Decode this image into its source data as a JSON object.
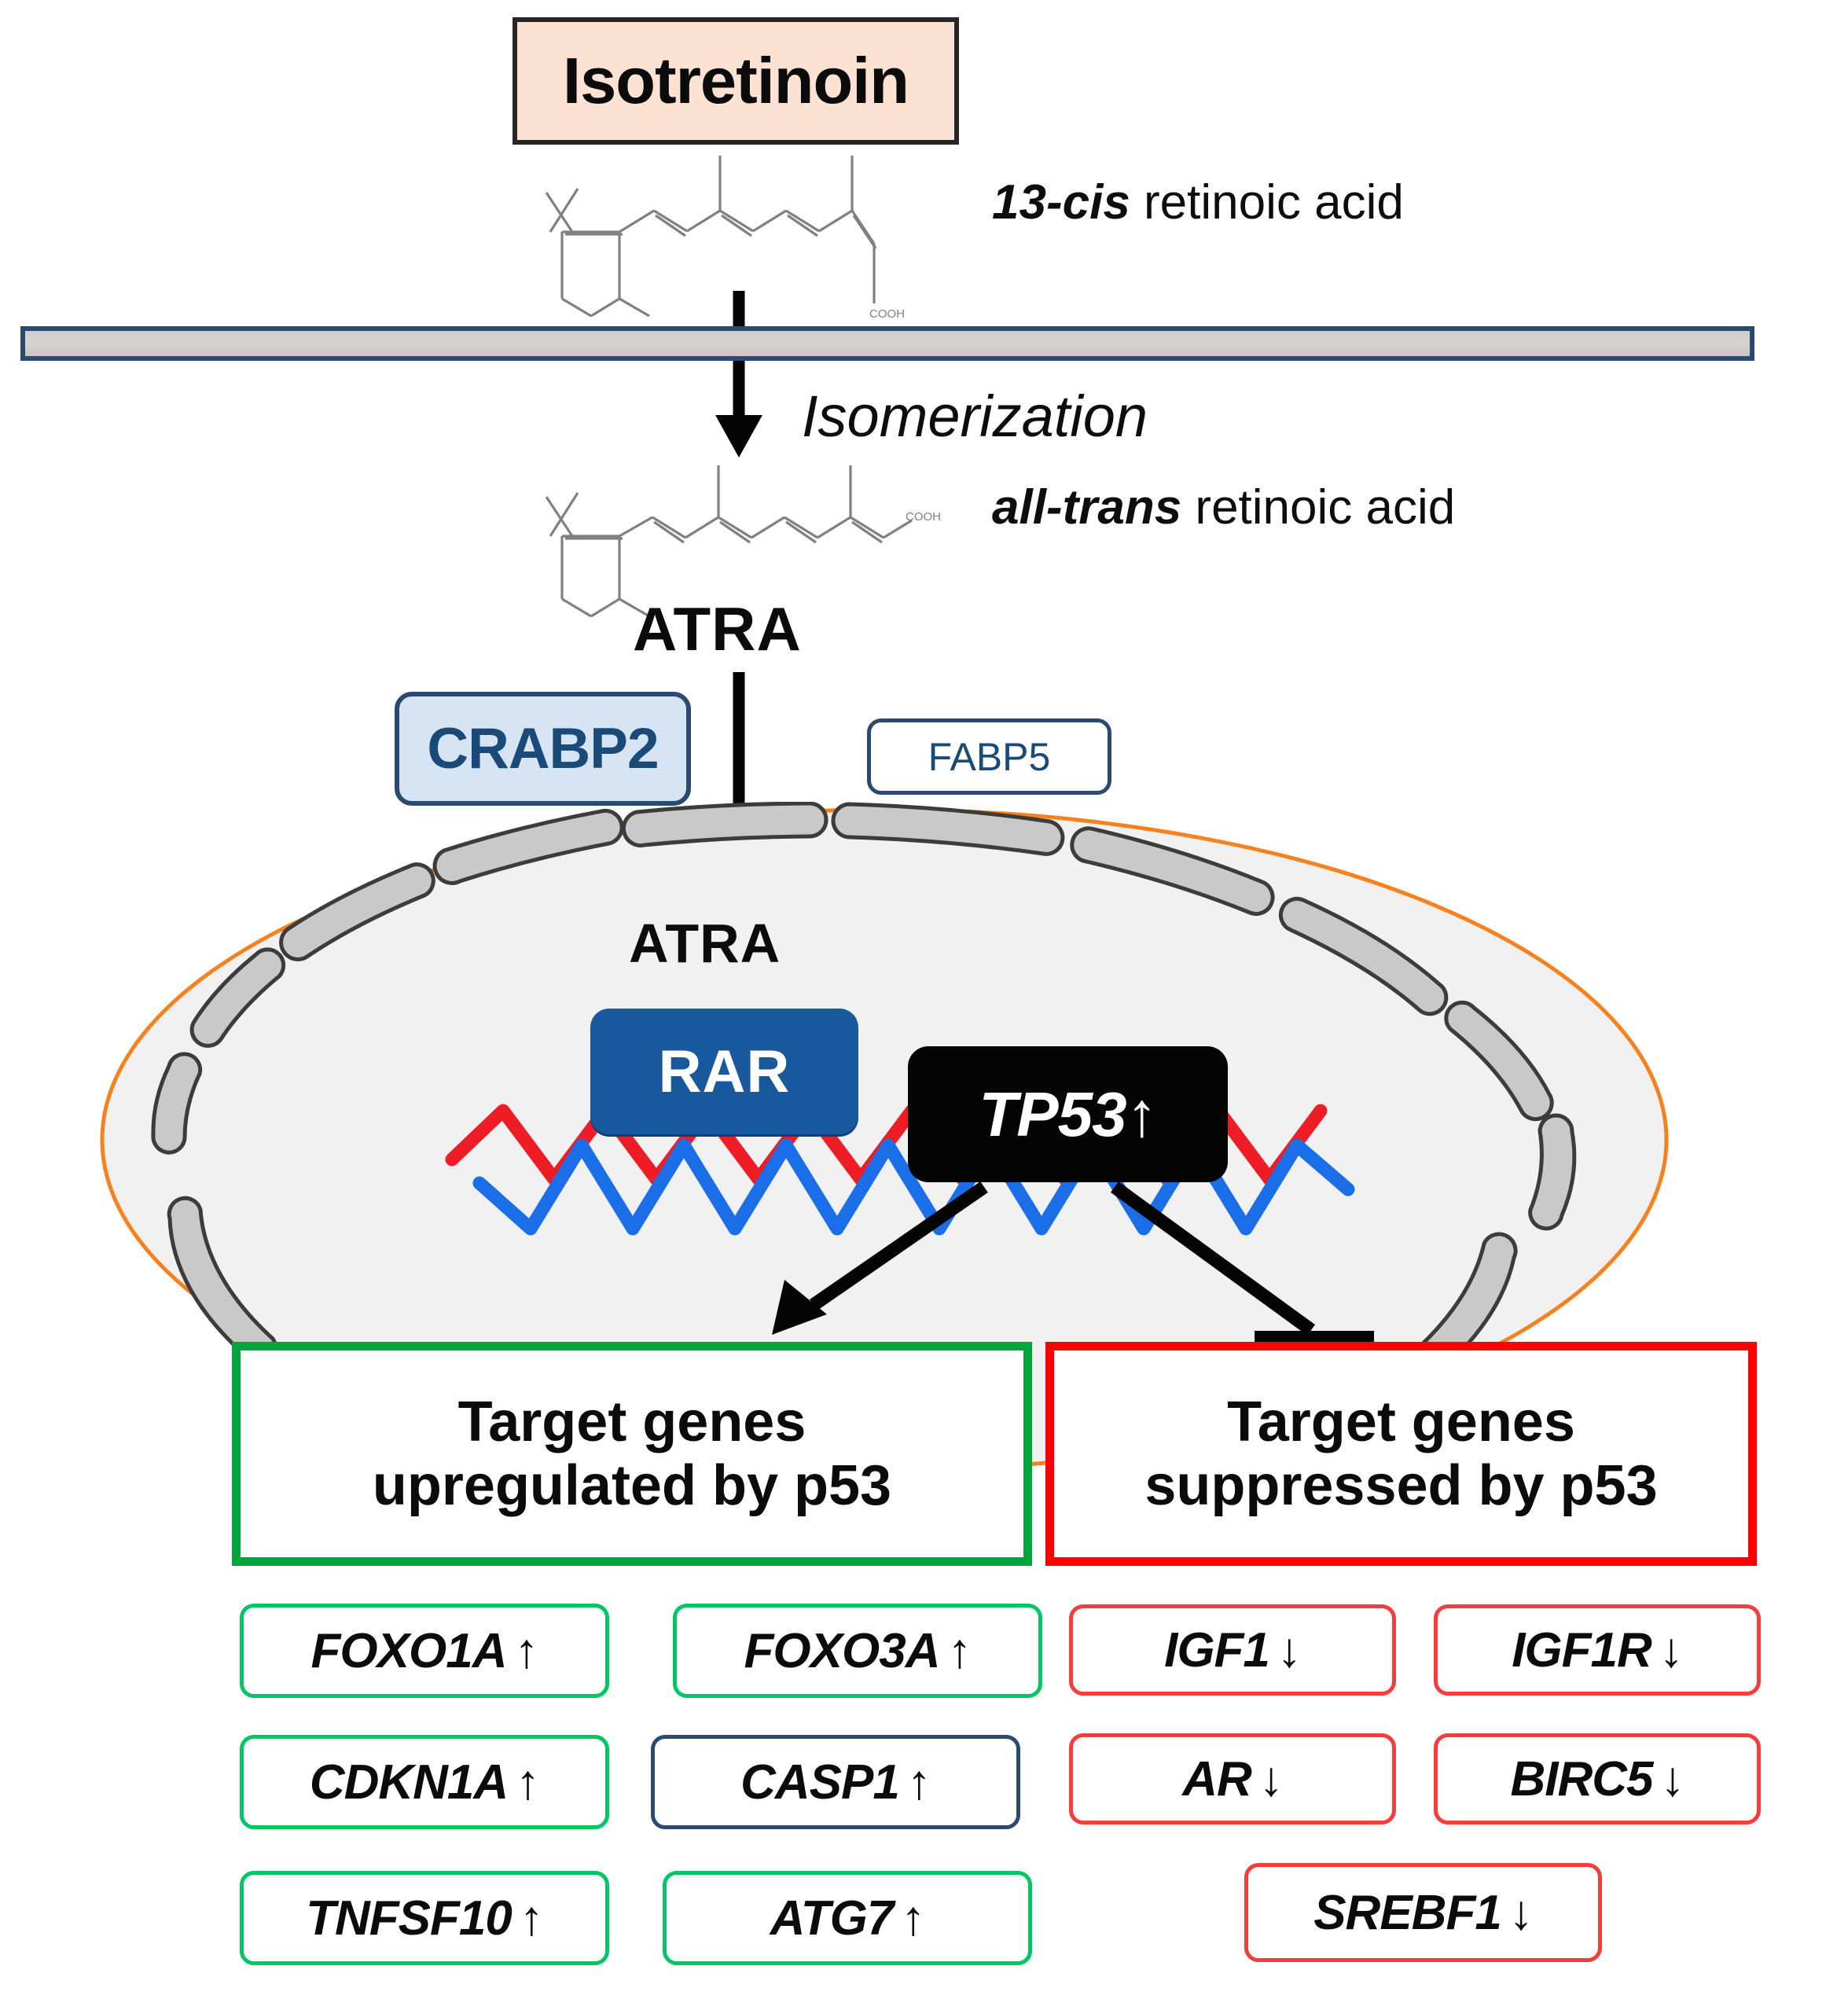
{
  "title_box": {
    "label": "Isotretinoin"
  },
  "molecules": {
    "cis": {
      "italic": "13-cis",
      "rest": " retinoic acid"
    },
    "trans": {
      "italic": "all-trans",
      "rest": " retinoic acid"
    }
  },
  "process": {
    "isomerization": "Isomerization"
  },
  "ligand": {
    "outer": "ATRA",
    "inner": "ATRA"
  },
  "carriers": [
    {
      "label": "CRABP2",
      "fill": "#d6e4f4",
      "border": "#2b4a72"
    },
    {
      "label": "FABP5",
      "fill": "#ffffff",
      "border": "#2b4a72"
    }
  ],
  "receptor": {
    "label": "RAR",
    "fill": "#17599c",
    "text": "#ffffff"
  },
  "tp53": {
    "label": "TP53↑",
    "fill": "#050505",
    "text": "#ffffff"
  },
  "panels": {
    "up": {
      "line1": "Target genes",
      "line2": "upregulated by p53",
      "border": "#00a63c"
    },
    "down": {
      "line1": "Target genes",
      "line2": "suppressed by p53",
      "border": "#fe0000"
    }
  },
  "genes_up": [
    {
      "name": "FOXO1A",
      "arrow": "↑",
      "border": "green"
    },
    {
      "name": "FOXO3A",
      "arrow": "↑",
      "border": "green"
    },
    {
      "name": "CDKN1A",
      "arrow": "↑",
      "border": "green"
    },
    {
      "name": "CASP1",
      "arrow": "↑",
      "border": "navy"
    },
    {
      "name": "TNFSF10",
      "arrow": "↑",
      "border": "green"
    },
    {
      "name": "ATG7",
      "arrow": "↑",
      "border": "green"
    }
  ],
  "genes_down": [
    {
      "name": "IGF1",
      "arrow": "↓",
      "border": "red"
    },
    {
      "name": "IGF1R",
      "arrow": "↓",
      "border": "red"
    },
    {
      "name": "AR",
      "arrow": "↓",
      "border": "red"
    },
    {
      "name": "BIRC5",
      "arrow": "↓",
      "border": "red"
    },
    {
      "name": "SREBF1",
      "arrow": "↓",
      "border": "red"
    }
  ],
  "colors": {
    "membrane_fill": "#d2d0cf",
    "membrane_border": "#2b4a72",
    "nucleus_fill": "#f1f1f1",
    "nucleus_outline": "#f5821f",
    "nucleus_segment": "#c9c9c9",
    "dna_red": "#ee1c25",
    "dna_blue": "#1a6ee8",
    "title_fill": "#fbe2d2"
  }
}
